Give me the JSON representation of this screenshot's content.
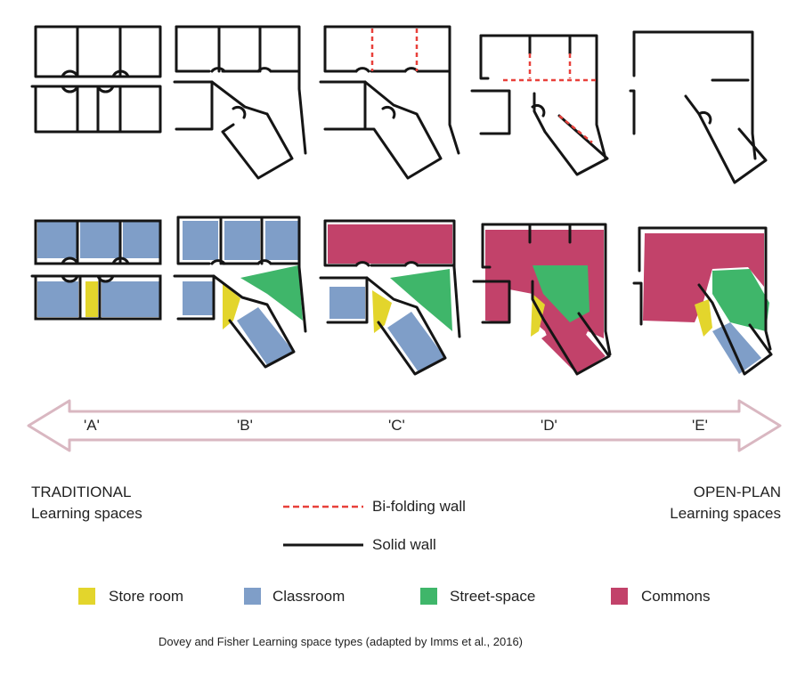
{
  "spectrum": {
    "labels": [
      "'A'",
      "'B'",
      "'C'",
      "'D'",
      "'E'"
    ],
    "left_heading": "TRADITIONAL",
    "left_sub": "Learning spaces",
    "right_heading": "OPEN-PLAN",
    "right_sub": "Learning spaces"
  },
  "wall_legend": {
    "bifold": "Bi-folding wall",
    "solid": "Solid wall"
  },
  "color_legend": [
    {
      "label": "Store room",
      "color": "#e3d52c"
    },
    {
      "label": "Classroom",
      "color": "#7f9ec8"
    },
    {
      "label": "Street-space",
      "color": "#3fb66a"
    },
    {
      "label": "Commons",
      "color": "#c2426a"
    }
  ],
  "colors": {
    "wall": "#151515",
    "bifold": "#e8403a",
    "arrow_stroke": "#d9b7c1"
  },
  "caption": "Dovey and Fisher Learning space types (adapted by Imms et al., 2016)"
}
